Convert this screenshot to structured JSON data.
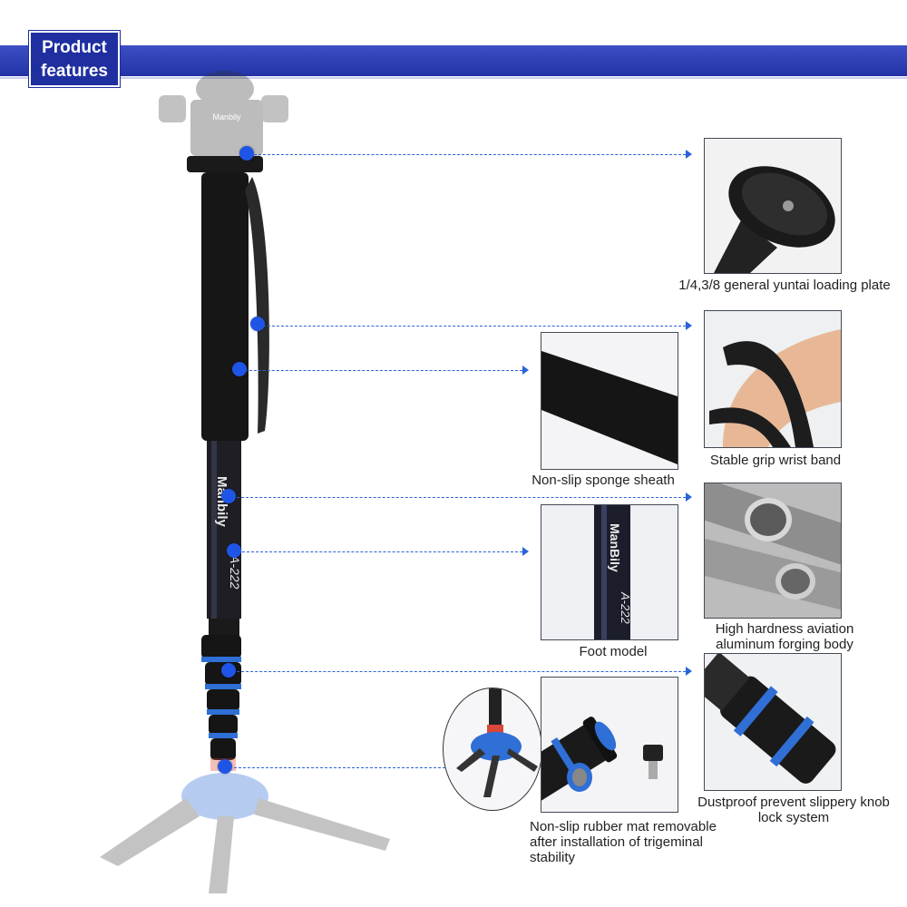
{
  "header": {
    "badge_line1": "Product",
    "badge_line2": "features"
  },
  "monopod": {
    "brand": "Manbily",
    "model": "A-222",
    "head_brand": "Manbily"
  },
  "features": [
    {
      "caption": "1/4,3/8 general yuntai loading plate",
      "icon": "loading-plate-photo"
    },
    {
      "caption": "Stable grip wrist band",
      "icon": "wrist-band-photo"
    },
    {
      "caption": "Non-slip sponge sheath",
      "icon": "sponge-sheath-photo"
    },
    {
      "caption": "High hardness aviation aluminum forging body",
      "icon": "aluminum-tube-photo"
    },
    {
      "caption": "Foot model",
      "icon": "foot-model-photo",
      "tube_brand": "ManBily",
      "tube_model": "A-222"
    },
    {
      "caption": "Dustproof prevent slippery knob lock system",
      "icon": "knob-lock-photo"
    },
    {
      "caption": "Non-slip rubber mat removable after installation of trigeminal stability",
      "icon": "rubber-mat-photo"
    }
  ],
  "colors": {
    "accent": "#2233a6",
    "connector": "#2a63d8",
    "dot": "#1f55e6",
    "ring": "#2f6fd6"
  }
}
